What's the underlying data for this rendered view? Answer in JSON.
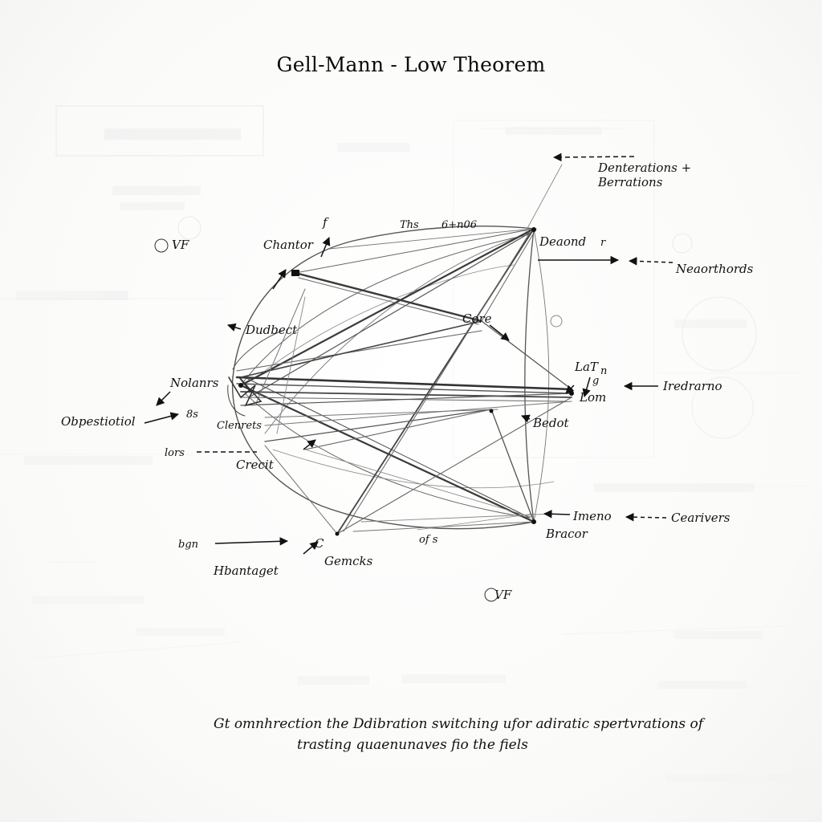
{
  "title": "Gell-Mann - Low Theorem",
  "labels": {
    "top_left_symbol": "VF",
    "chantor": "Chantor",
    "chantor_mark": "f",
    "tops": "Ths",
    "tops_ratio": "6+n06",
    "deaond": "Deaond",
    "deaond_mark": "r",
    "denterations_1": "Denterations +",
    "denterations_2": "Berrations",
    "neaorthords": "Neaorthords",
    "dudbect": "Dudbect",
    "core": "Core",
    "nolanrs": "Nolanrs",
    "obpestiotiol": "Obpestiotiol",
    "ss_mark": "8s",
    "clenrets": "Clenrets",
    "lors": "lors",
    "crecit": "Crecit",
    "lat_t": "LaT",
    "lat_t_sub": "n",
    "lat_g": "g",
    "lom": "Lom",
    "iredrarno": "Iredrarno",
    "bedot": "Bedot",
    "bigan": "bgn",
    "c_mark": "C",
    "gemcks": "Gemcks",
    "hbantaget": "Hbantaget",
    "ofs": "of s",
    "imeno": "Imeno",
    "bracor": "Bracor",
    "cearivers": "Cearivers",
    "vf_bottom": "VF"
  },
  "caption": {
    "line1": "Gt omnhrection the Ddibration switching ufor adiratic spertvrations of",
    "line2": "trasting quaenunaves fio the fiels"
  },
  "colors": {
    "ink": "#111111",
    "pencil": "#5a5a5a",
    "faint": "#d8d8d8"
  }
}
